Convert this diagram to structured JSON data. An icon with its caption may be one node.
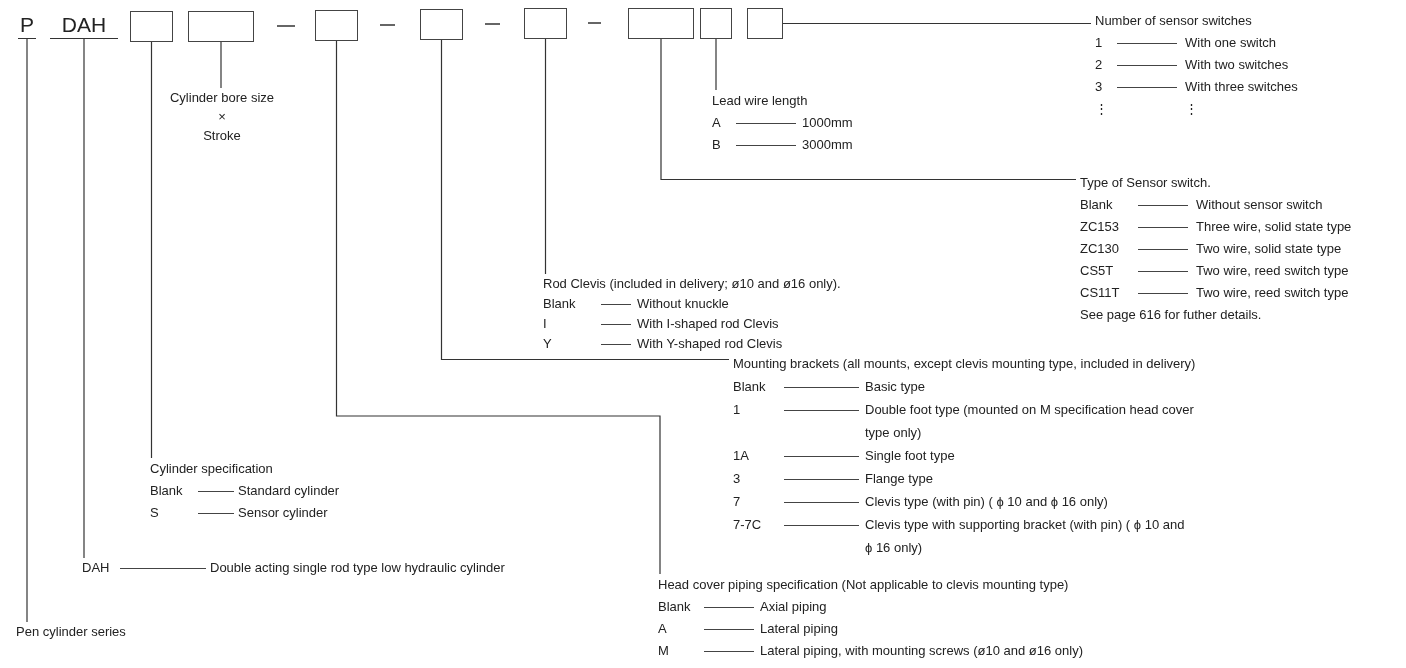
{
  "diagram": {
    "nodes": [
      {
        "text": [
          "P"
        ]
      },
      {
        "text": [
          "DAH"
        ]
      },
      {
        "text": [],
        "shape": "box"
      },
      {
        "text": [],
        "shape": "box"
      },
      {
        "text": [],
        "shape": "box"
      },
      {
        "text": [],
        "shape": "box"
      },
      {
        "text": [],
        "shape": "box"
      },
      {
        "text": [],
        "shape": "box"
      },
      {
        "text": [],
        "shape": "box"
      },
      {
        "text": [],
        "shape": "box"
      },
      {
        "text": [
          "Pen cylinder series"
        ]
      },
      {
        "text": [
          "DAH",
          "Double acting single rod type low hydraulic cylinder"
        ]
      },
      {
        "text": [
          "Cylinder specification",
          "Blank",
          "Standard cylinder",
          "S",
          "Sensor cylinder"
        ]
      },
      {
        "text": [
          "Cylinder bore size",
          "×",
          "Stroke"
        ]
      },
      {
        "text": [
          "Head cover piping specification (Not applicable to clevis mounting type)",
          "Blank",
          "Axial piping",
          "A",
          "Lateral piping",
          "M",
          "Lateral piping, with mounting screws (ø10 and ø16 only)"
        ]
      },
      {
        "text": [
          "Mounting brackets (all mounts, except clevis mounting type, included in delivery)",
          "Blank",
          "Basic type",
          "1",
          "Double foot type (mounted on M specification head cover type only)",
          "1A",
          "Single foot type",
          "3",
          "Flange type",
          "7",
          "Clevis type (with pin) ( ϕ 10 and ϕ 16 only)",
          "7-7C",
          "Clevis type with supporting bracket (with pin) ( ϕ 10 and ϕ 16 only)"
        ]
      },
      {
        "text": [
          "Rod Clevis (included in delivery; ø10 and ø16 only).",
          "Blank",
          "Without knuckle",
          "I",
          "With I-shaped rod Clevis",
          "Y",
          "With Y-shaped rod Clevis"
        ]
      },
      {
        "text": [
          "Type of Sensor switch.",
          "Blank",
          "Without sensor switch",
          "ZC153",
          "Three wire, solid state type",
          "ZC130",
          "Two wire, solid state type",
          "CS5T",
          "Two wire, reed switch type",
          "CS11T",
          "Two wire, reed switch type",
          "See page 616 for futher details."
        ]
      },
      {
        "text": [
          "Lead wire length",
          "A",
          "1000mm",
          "B",
          "3000mm"
        ]
      },
      {
        "text": [
          "Number of sensor switches",
          "1",
          "With one switch",
          "2",
          "With two switches",
          "3",
          "With three switches",
          "⋮",
          "⋮"
        ]
      }
    ],
    "edges": [
      {
        "from": 0,
        "to": 10,
        "arrow": "none"
      },
      {
        "from": 1,
        "to": 11,
        "arrow": "none"
      },
      {
        "from": 2,
        "to": 12,
        "arrow": "none"
      },
      {
        "from": 3,
        "to": 13,
        "arrow": "none"
      },
      {
        "from": 4,
        "to": 14,
        "arrow": "none"
      },
      {
        "from": 5,
        "to": 15,
        "arrow": "none"
      },
      {
        "from": 6,
        "to": 16,
        "arrow": "none"
      },
      {
        "from": 7,
        "to": 17,
        "arrow": "none"
      },
      {
        "from": 8,
        "to": 18,
        "arrow": "none"
      },
      {
        "from": 9,
        "to": 19,
        "arrow": "none"
      }
    ]
  }
}
